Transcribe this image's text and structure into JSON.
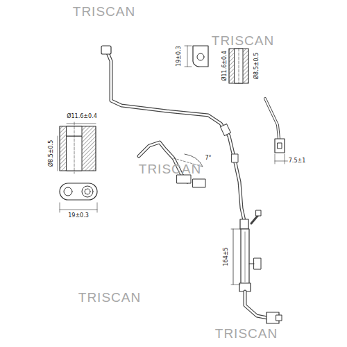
{
  "diagram": {
    "labels": [
      "TRISCAN",
      "19±0.3",
      "Ø11.6±0.4",
      "Ø8.5±0.5",
      "TRISCAN",
      "Ø11.6±0.4",
      "Ø8.5±0.5",
      "7.5±1",
      "TRISCAN",
      "7°",
      "19±0.3",
      "164±5",
      "TRISCAN",
      "TRISCAN"
    ]
  }
}
